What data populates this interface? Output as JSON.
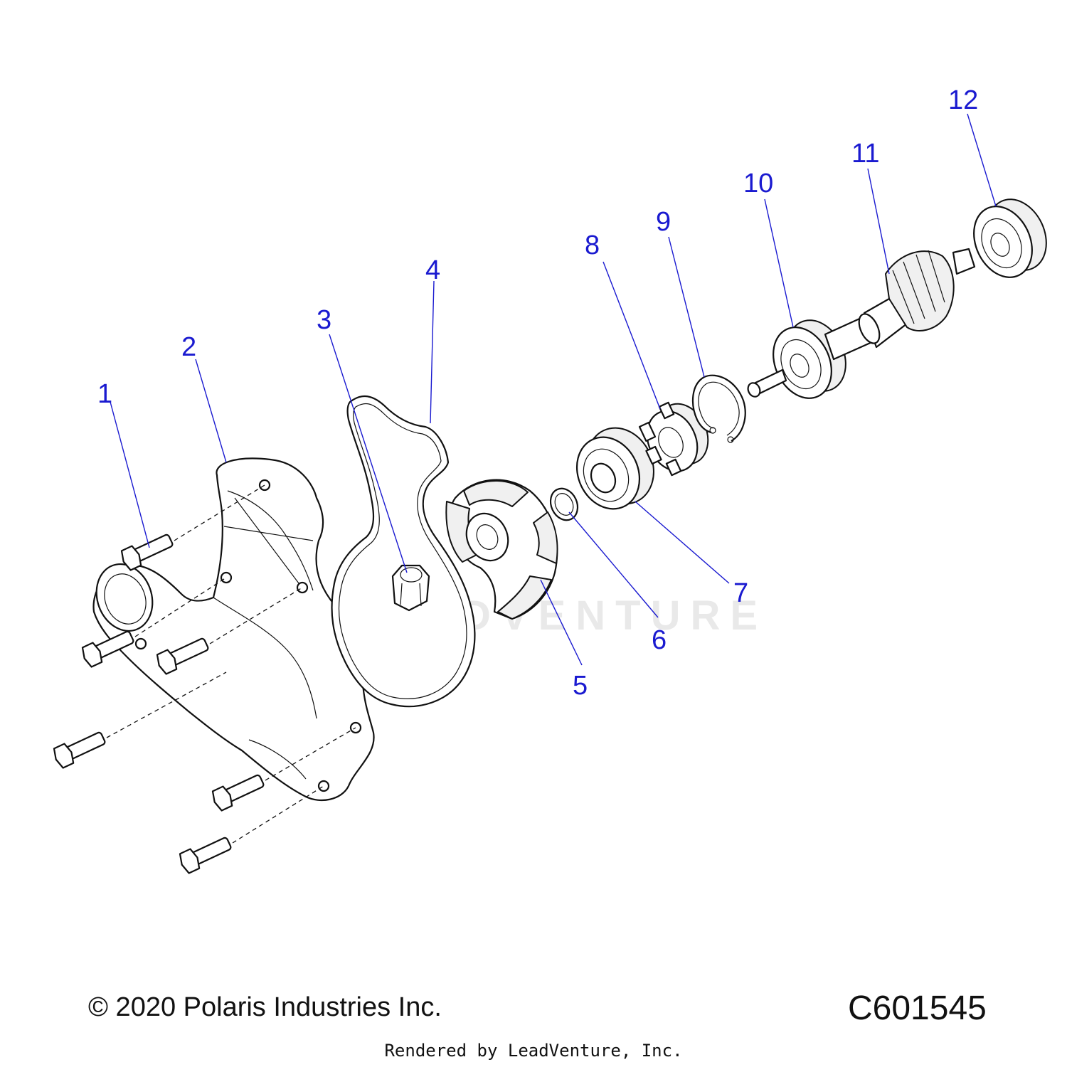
{
  "diagram": {
    "callouts": [
      {
        "id": 1,
        "label": "1"
      },
      {
        "id": 2,
        "label": "2"
      },
      {
        "id": 3,
        "label": "3"
      },
      {
        "id": 4,
        "label": "4"
      },
      {
        "id": 5,
        "label": "5"
      },
      {
        "id": 6,
        "label": "6"
      },
      {
        "id": 7,
        "label": "7"
      },
      {
        "id": 8,
        "label": "8"
      },
      {
        "id": 9,
        "label": "9"
      },
      {
        "id": 10,
        "label": "10"
      },
      {
        "id": 11,
        "label": "11"
      },
      {
        "id": 12,
        "label": "12"
      }
    ],
    "watermark": "LEADVENTURE",
    "callout_color": "#1a1ad0"
  },
  "footer": {
    "copyright": "© 2020 Polaris Industries Inc.",
    "diagram_id": "C601545",
    "rendered_by": "Rendered by LeadVenture, Inc."
  }
}
